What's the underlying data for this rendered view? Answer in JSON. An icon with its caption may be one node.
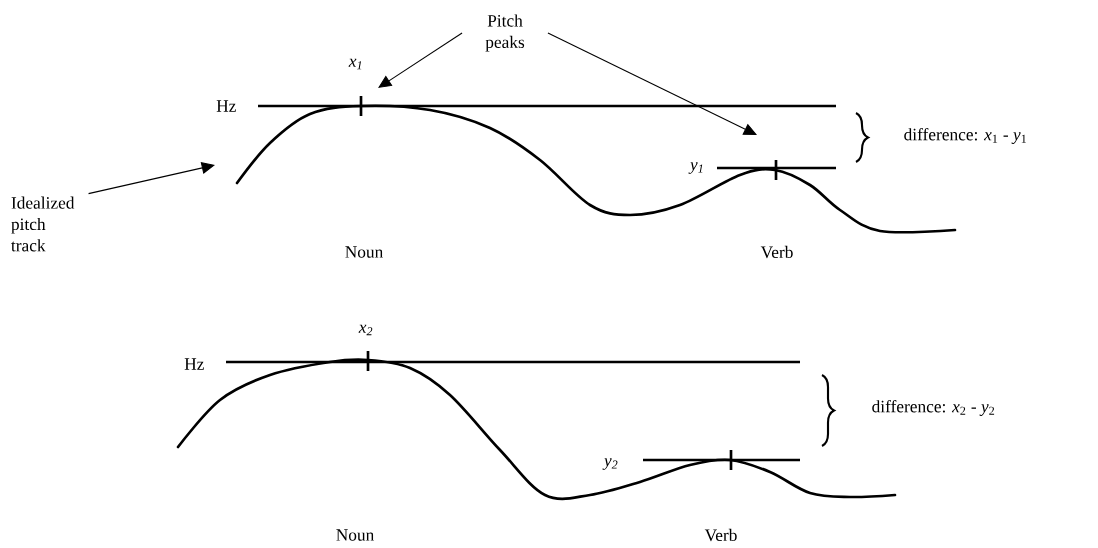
{
  "diagram": {
    "nodes": [
      {
        "text": [
          "Pitch peaks"
        ]
      },
      {
        "text": [
          "Idealized pitch track"
        ]
      }
    ],
    "edges": [
      {
        "from": 0,
        "to": null,
        "arrow": "to"
      },
      {
        "from": 0,
        "to": null,
        "arrow": "to"
      },
      {
        "from": 1,
        "to": null,
        "arrow": "to"
      }
    ],
    "labels": [
      "x$_{1}$",
      "Hz",
      "difference: *x*$_{1}$ - *y*$_{1}$",
      "y$_{1}$",
      "Noun",
      "Verb",
      "x$_{2}$",
      "Hz",
      "difference: *x*$_{2}$ - *y*$_{2}$",
      "y$_{2}$",
      "Noun",
      "Verb"
    ]
  }
}
